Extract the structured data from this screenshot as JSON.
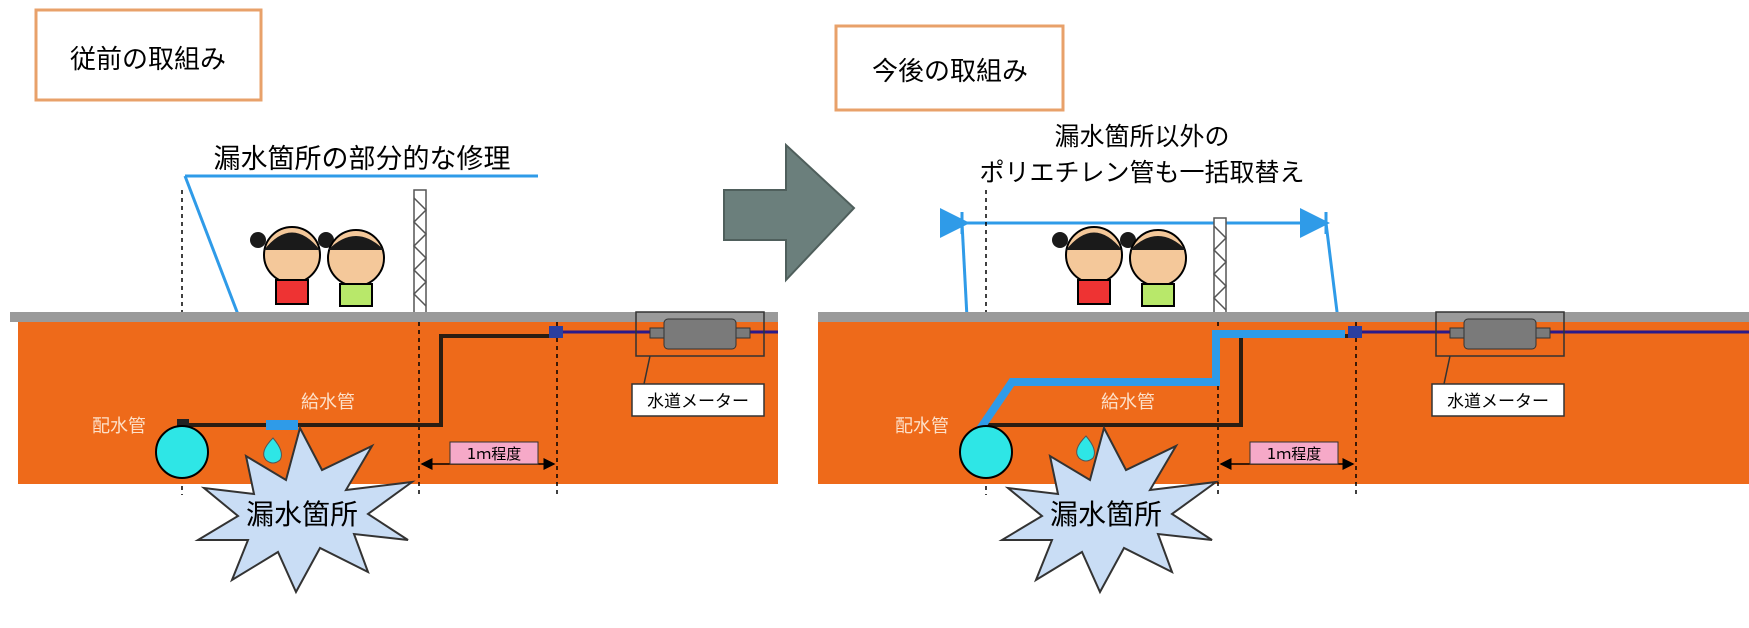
{
  "before": {
    "title": "従前の取組み",
    "callout": "漏水箇所の部分的な修理",
    "main_pipe_label": "配水管",
    "service_pipe_label": "給水管",
    "meter_label": "水道メーター",
    "distance_label": "1ｍ程度",
    "leak_label": "漏水箇所"
  },
  "after": {
    "title": "今後の取組み",
    "callout_line1": "漏水箇所以外の",
    "callout_line2": "ポリエチレン管も一括取替え",
    "main_pipe_label": "配水管",
    "service_pipe_label": "給水管",
    "meter_label": "水道メーター",
    "distance_label": "1ｍ程度",
    "leak_label": "漏水箇所"
  },
  "colors": {
    "ground": "#ee6a1a",
    "title_border": "#e8a16a",
    "highlight_blue": "#2f9be8",
    "arrow": "#6b7f7c",
    "main_pipe": "#2ee6e6",
    "meter": "#7a7a7a",
    "burst": "#c9ddf5",
    "distance_box": "#f6a9c8"
  }
}
